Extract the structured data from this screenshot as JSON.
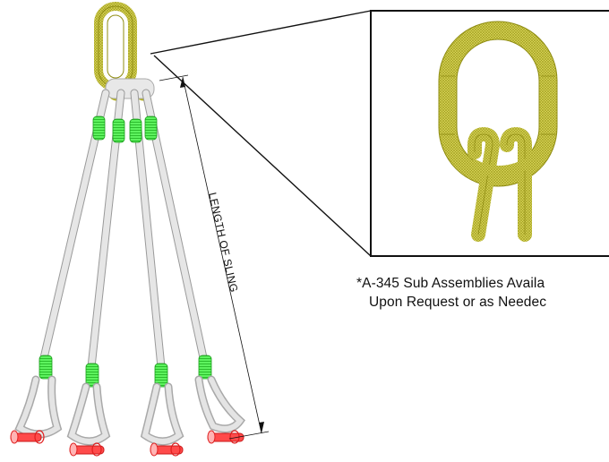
{
  "diagram": {
    "dimension_label": "LENGTH OF SLING",
    "note_line1": "*A-345 Sub Assemblies Availa",
    "note_line2": "Upon Request or as Needec",
    "colors": {
      "link": "#b6b31c",
      "link_dark": "#8f8c12",
      "ferrule": "#3fe840",
      "rope": "#e4e4e4",
      "rope_edge": "#9a9a9a",
      "shackle": "#e2e2e2",
      "pin": "#ff2a2a",
      "frame": "#111111"
    },
    "legs": [
      "leg-1",
      "leg-2",
      "leg-3",
      "leg-4"
    ]
  }
}
